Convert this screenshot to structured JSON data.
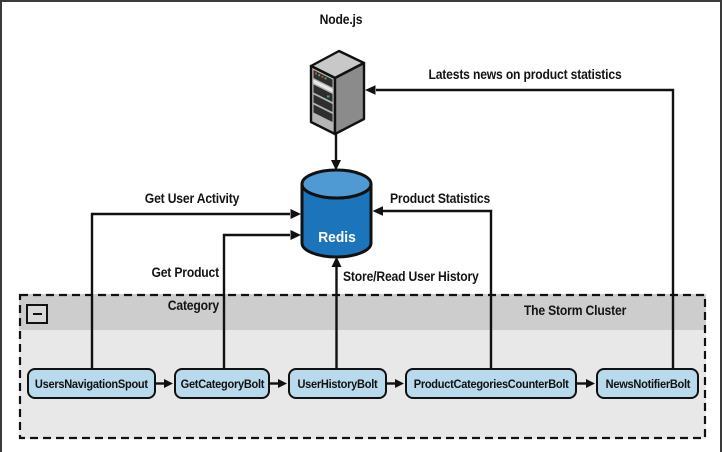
{
  "diagram": {
    "nodes": {
      "nodejs": {
        "label": "Node.js",
        "icon": "server-tower-icon"
      },
      "redis": {
        "label": "Redis",
        "icon": "database-cylinder-icon"
      }
    },
    "cluster": {
      "title": "The Storm Cluster",
      "collapse_icon": "minus-collapse-icon"
    },
    "edges": {
      "latest_news": "Latests news on product statistics",
      "get_user_activity": "Get User Activity",
      "get_product_category_line1": "Get Product",
      "get_product_category_line2": "Category",
      "product_statistics": "Product Statistics",
      "store_read_user_history": "Store/Read User History"
    },
    "bolts": [
      {
        "label": "UsersNavigationSpout"
      },
      {
        "label": "GetCategoryBolt"
      },
      {
        "label": "UserHistoryBolt"
      },
      {
        "label": "ProductCategoriesCounterBolt"
      },
      {
        "label": "NewsNotifierBolt"
      }
    ],
    "colors": {
      "redis_body": "#1c75bb",
      "redis_top": "#4f9ad3",
      "bolt_fill": "#b9d9ec",
      "cluster_bg": "#e8e8e8",
      "cluster_header": "#cdcdcd",
      "line": "#111111",
      "server_front": "#b5b5b5",
      "server_side": "#8b8b8b",
      "server_top": "#c8c8c8"
    }
  }
}
